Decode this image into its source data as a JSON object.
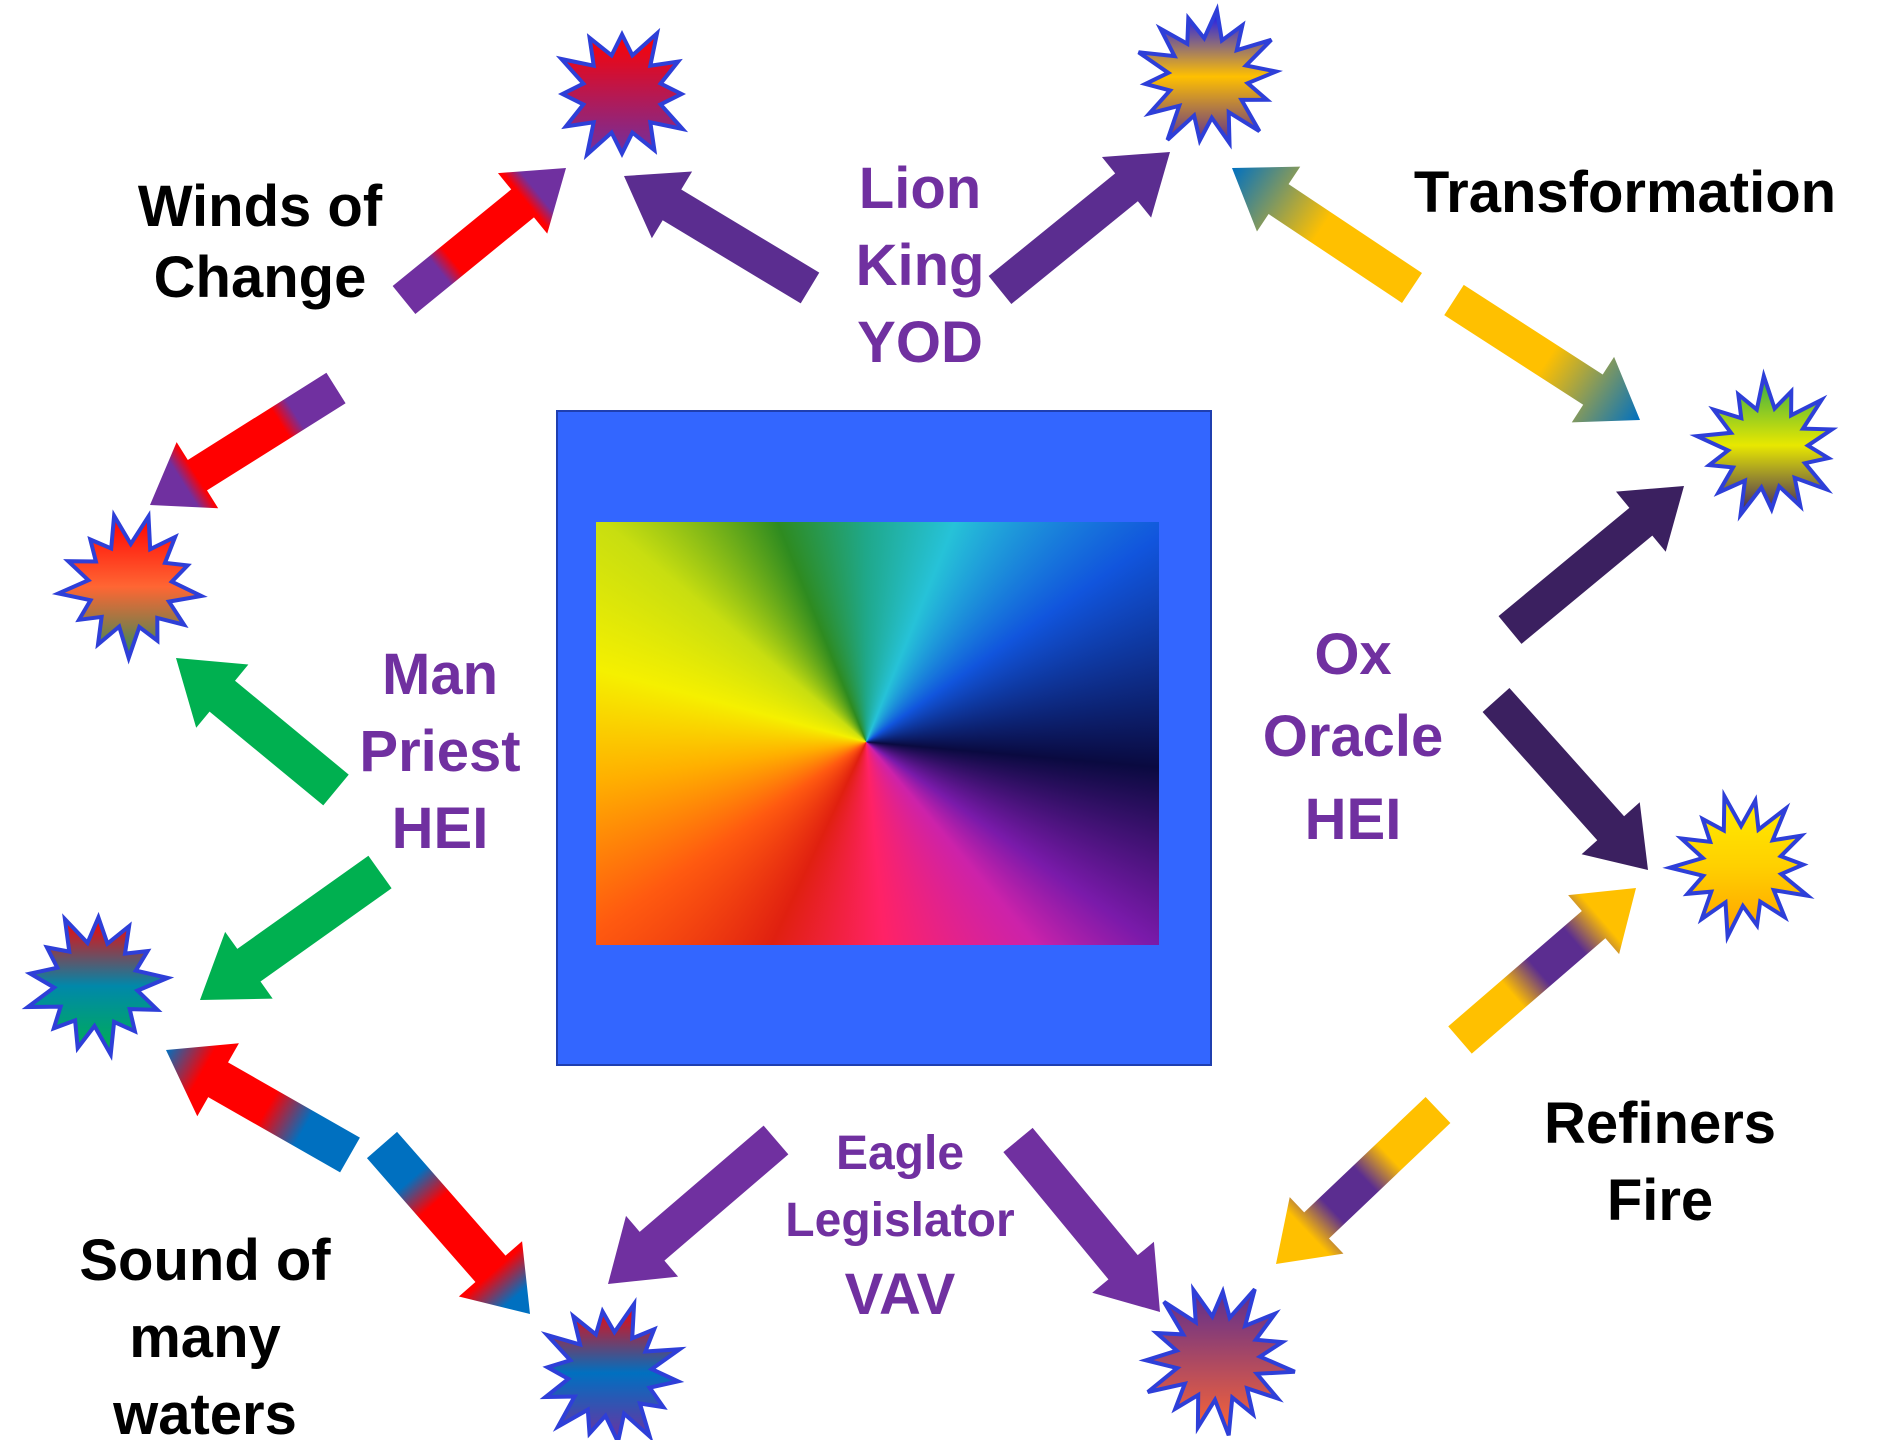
{
  "center": {
    "frame_color": "#3366ff"
  },
  "labels": {
    "winds_of_change": [
      "Winds of",
      "Change"
    ],
    "lion_king_yod": [
      "Lion",
      "King",
      "YOD"
    ],
    "transformation": [
      "Transformation"
    ],
    "man_priest_hei": [
      "Man",
      "Priest",
      "HEI"
    ],
    "ox_oracle_hei": [
      "Ox",
      "Oracle",
      "HEI"
    ],
    "refiners_fire": [
      "Refiners",
      "Fire"
    ],
    "eagle_legislator_vav": [
      "Eagle",
      "Legislator",
      "VAV"
    ],
    "sound_of_many_waters": [
      "Sound of",
      "many",
      "waters"
    ]
  },
  "colors": {
    "label_black": "#000000",
    "label_purple": "#7030a0",
    "arrow_purple": "#5b2d90",
    "arrow_dark": "#3b2060",
    "arrow_red": "#ff0000",
    "arrow_green": "#00b050",
    "arrow_blue": "#0070c0",
    "arrow_gold": "#ffc000",
    "arrow_violet": "#7030a0",
    "star_outline": "#2e3fd8"
  },
  "stars": [
    {
      "id": "star-top-left",
      "colors": [
        "#ff0000",
        "#7030a0"
      ]
    },
    {
      "id": "star-top-right",
      "colors": [
        "#1010ff",
        "#ffc000",
        "#5b2d90"
      ]
    },
    {
      "id": "star-left-upper",
      "colors": [
        "#ff0000",
        "#ff6633",
        "#2e8b57"
      ]
    },
    {
      "id": "star-right-upper",
      "colors": [
        "#2eaa4a",
        "#e8e800",
        "#3b2060"
      ]
    },
    {
      "id": "star-left-lower",
      "colors": [
        "#ff0000",
        "#0088aa",
        "#00b050"
      ]
    },
    {
      "id": "star-right-lower",
      "colors": [
        "#ffee00",
        "#ffd000",
        "#ffa000"
      ]
    },
    {
      "id": "star-bottom-left",
      "colors": [
        "#ff0000",
        "#0070c0",
        "#7030a0"
      ]
    },
    {
      "id": "star-bottom-right",
      "colors": [
        "#5b2d90",
        "#ff6633"
      ]
    }
  ]
}
